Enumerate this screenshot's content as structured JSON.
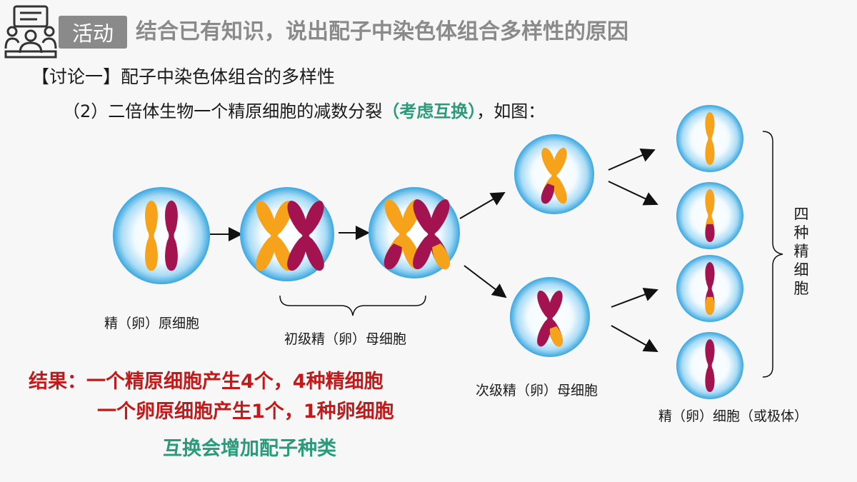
{
  "header": {
    "activity_tag": "活动",
    "title": "结合已有知识，说出配子中染色体组合多样性的原因"
  },
  "discussion_title": "【讨论一】配子中染色体组合的多样性",
  "subtitle": {
    "prefix": "（2）二倍体生物一个精原细胞的减数分裂",
    "highlight": "（考虑互换）",
    "suffix": "，如图："
  },
  "labels": {
    "spermatogonium": "精（卵）原细胞",
    "primary": "初级精（卵）母细胞",
    "secondary": "次级精（卵）母细胞",
    "gametes": "精（卵）细胞（或极体）",
    "four_kinds": "四种精细胞"
  },
  "result": {
    "line1": "结果：一个精原细胞产生4个，4种精细胞",
    "line2": "一个卵原细胞产生1个，1种卵细胞"
  },
  "conclusion": "互换会增加配子种类",
  "colors": {
    "orange": "#f7a21b",
    "crimson": "#a3134f",
    "cell_edge": "#3aa6df",
    "green": "#2a9a78",
    "red": "#c21a1a"
  }
}
